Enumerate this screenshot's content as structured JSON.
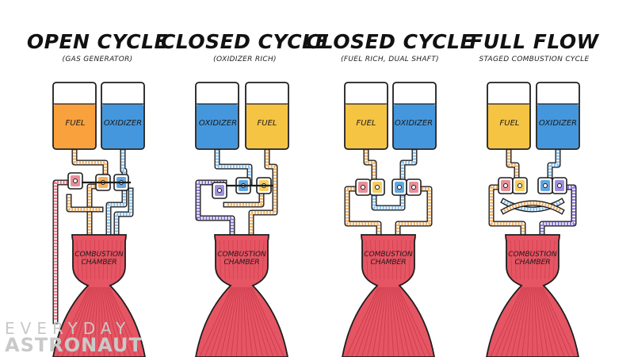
{
  "palette": {
    "fuel": "#f9a13c",
    "fuel_yellow": "#f6c443",
    "oxidizer": "#4597dd",
    "exhaust": "#e65563",
    "exhaust_dark": "#b8283a",
    "line_orange": "#f0b36a",
    "line_blue": "#8cc3ef",
    "line_purple": "#8f7ad8",
    "line_red": "#e57b88"
  },
  "cycles": [
    {
      "title": "OPEN CYCLE",
      "subtitle": "(GAS GENERATOR)",
      "chamber_label": "COMBUSTION CHAMBER",
      "tanks": [
        {
          "label": "FUEL",
          "color": "#f9a13c"
        },
        {
          "label": "OXIDIZER",
          "color": "#4597dd"
        }
      ]
    },
    {
      "title": "CLOSED CYCLE",
      "subtitle": "(OXIDIZER RICH)",
      "chamber_label": "COMBUSTION CHAMBER",
      "tanks": [
        {
          "label": "OXIDIZER",
          "color": "#4597dd"
        },
        {
          "label": "FUEL",
          "color": "#f6c443"
        }
      ]
    },
    {
      "title": "CLOSED CYCLE",
      "subtitle": "(FUEL RICH, DUAL SHAFT)",
      "chamber_label": "COMBUSTION CHAMBER",
      "tanks": [
        {
          "label": "FUEL",
          "color": "#f6c443"
        },
        {
          "label": "OXIDIZER",
          "color": "#4597dd"
        }
      ]
    },
    {
      "title": "FULL FLOW",
      "subtitle": "STAGED COMBUSTION CYCLE",
      "chamber_label": "COMBUSTION CHAMBER",
      "tanks": [
        {
          "label": "FUEL",
          "color": "#f6c443"
        },
        {
          "label": "OXIDIZER",
          "color": "#4597dd"
        }
      ]
    }
  ],
  "watermark": {
    "line1": "EVERYDAY",
    "line2": "ASTRONAUT"
  }
}
